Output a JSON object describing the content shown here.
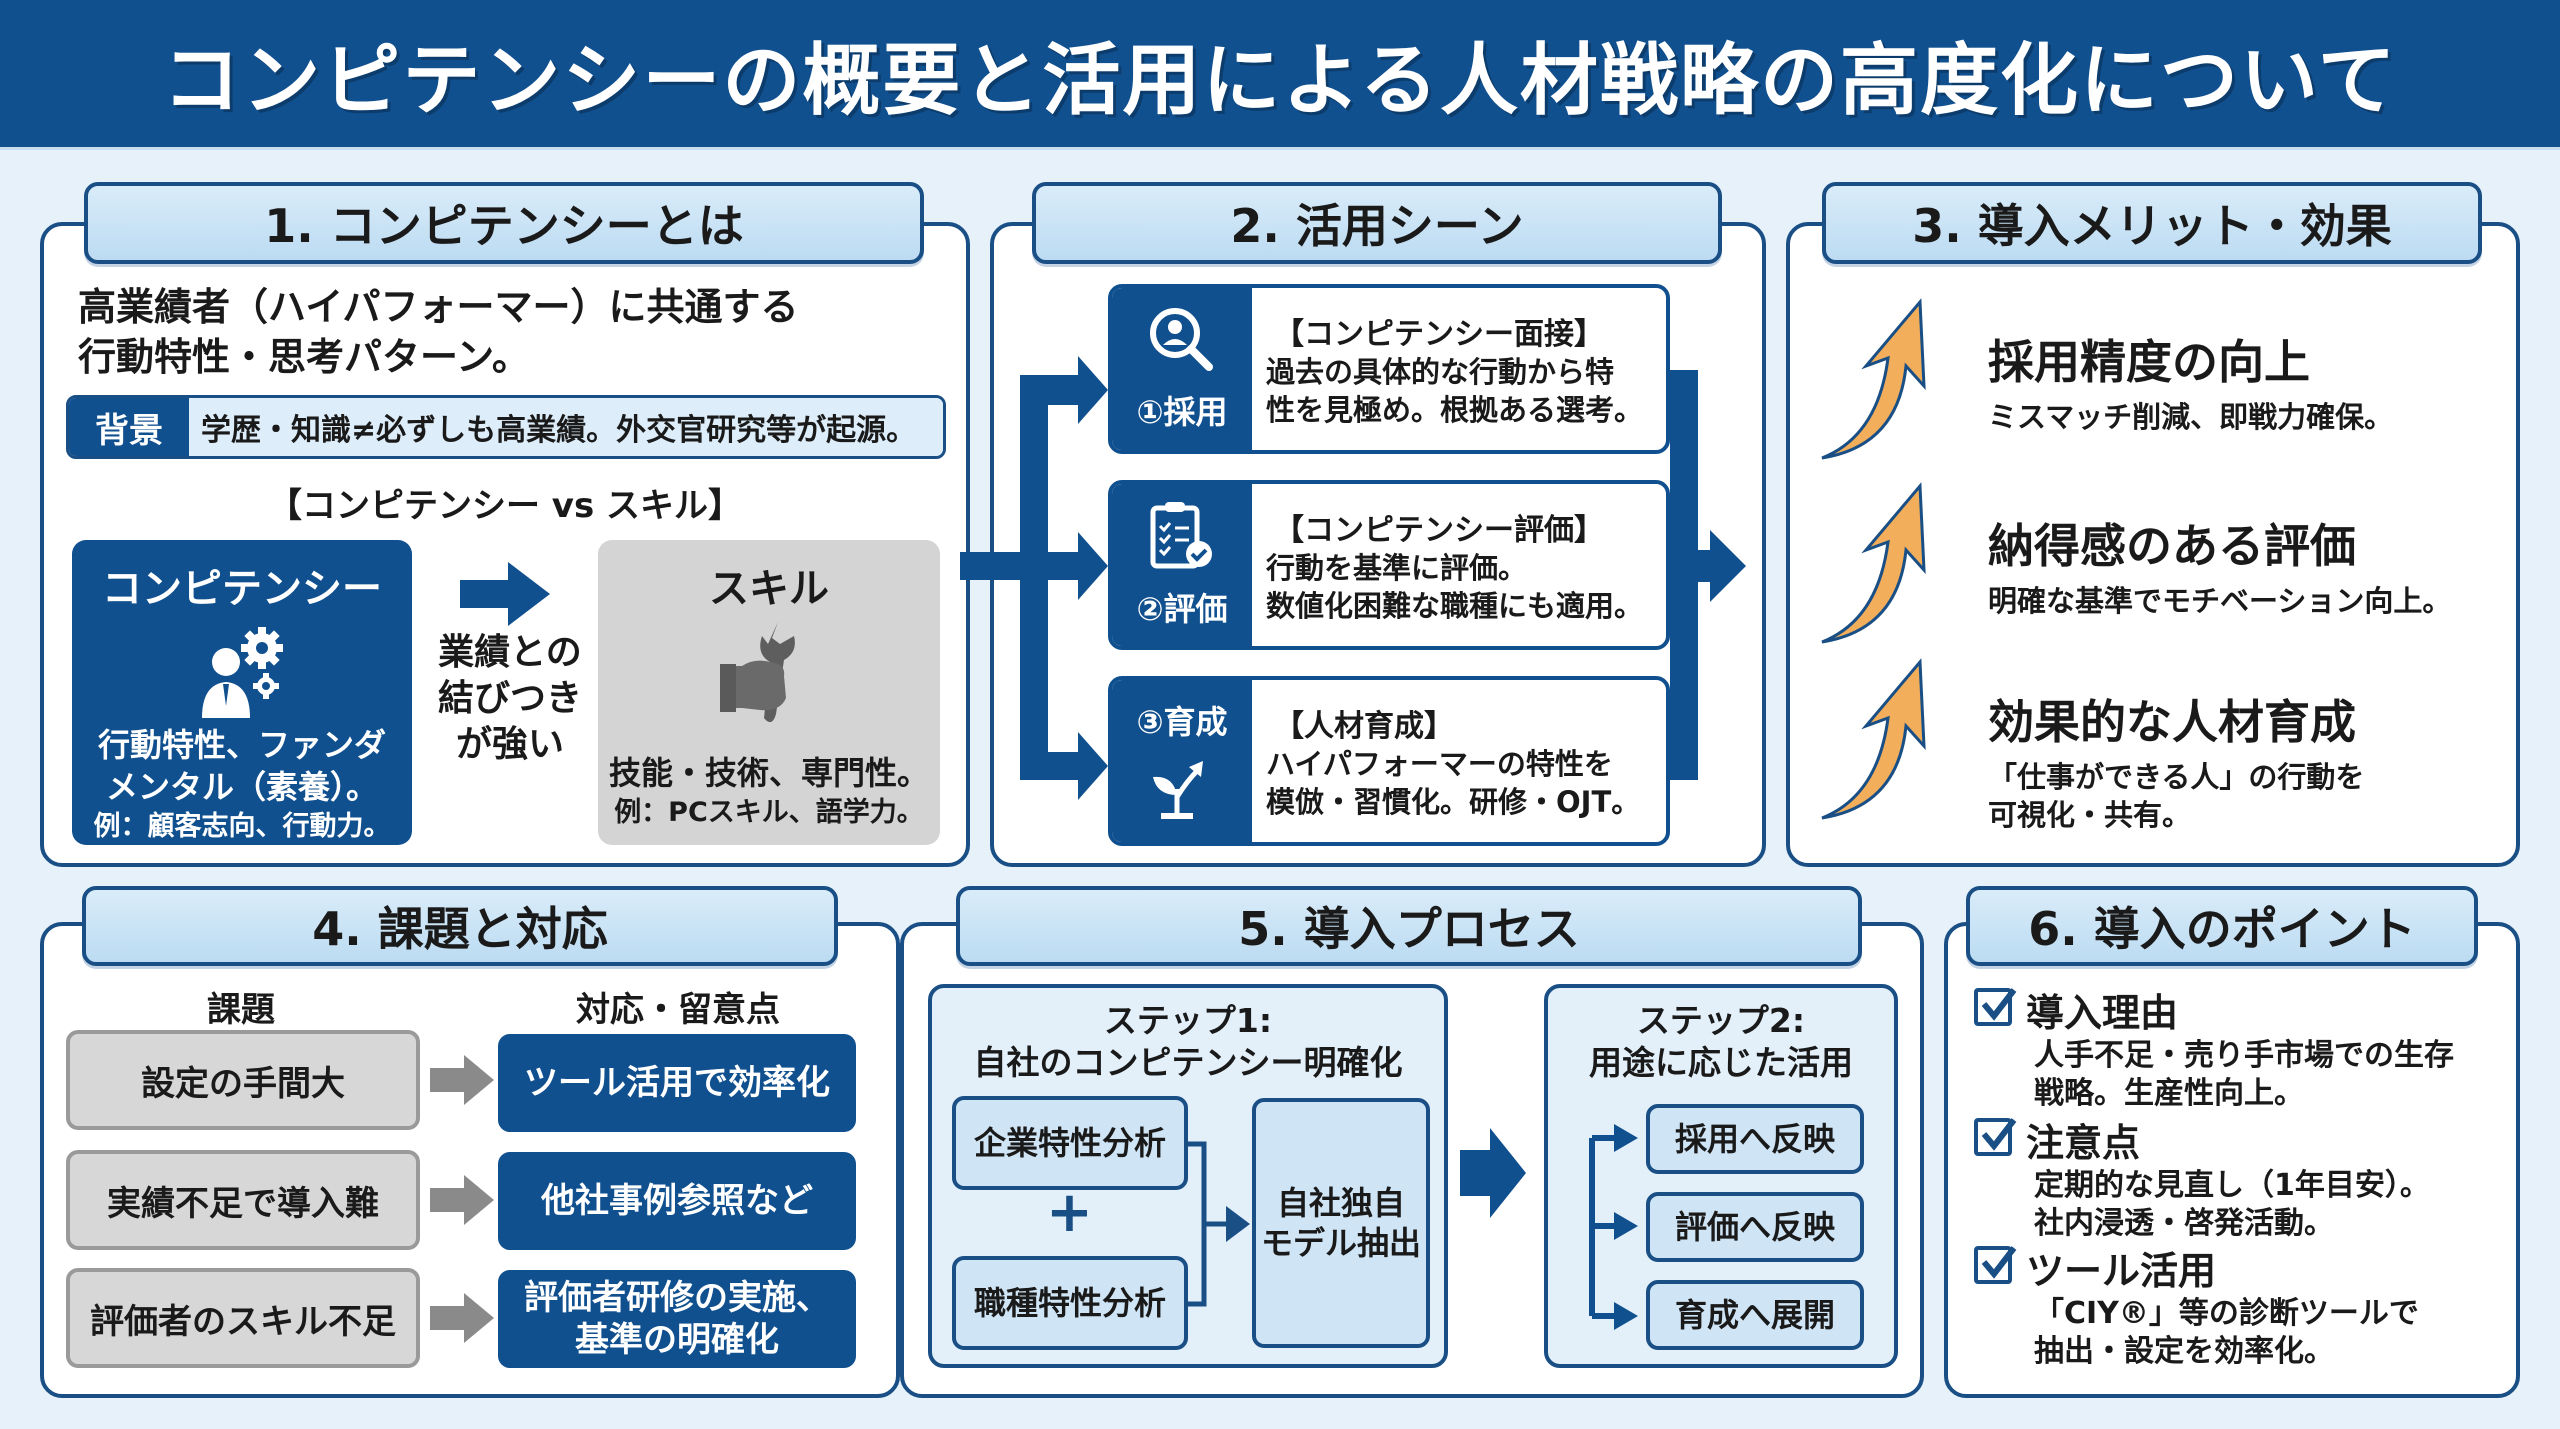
{
  "header": {
    "title": "コンピテンシーの概要と活用による人材戦略の高度化について"
  },
  "colors": {
    "primary": "#11508f",
    "panel_border": "#1a4f86",
    "title_bg": "#bcdbf2",
    "page_bg": "#e6f1fa",
    "gray_box": "#d4d4d4",
    "arrow_orange": "#f2ae5b"
  },
  "s1": {
    "title": "1. コンピテンシーとは",
    "lead_1": "高業績者（ハイパフォーマー）に共通する",
    "lead_2": "行動特性・思考パターン。",
    "background_label": "背景",
    "background_text": "学歴・知識≠必ずしも高業績。外交官研究等が起源。",
    "vs_title": "【コンピテンシー vs スキル】",
    "competency": {
      "heading": "コンピテンシー",
      "icon": "person-gears-icon",
      "line_1": "行動特性、ファンダ",
      "line_2": "メンタル（素養）。",
      "example": "例：顧客志向、行動力。"
    },
    "link": {
      "line_1": "業績との",
      "line_2": "結びつき",
      "line_3": "が強い"
    },
    "skill": {
      "heading": "スキル",
      "icon": "hand-wrench-icon",
      "line_1": "技能・技術、専門性。",
      "example": "例：PCスキル、語学力。"
    }
  },
  "s2": {
    "title": "2. 活用シーン",
    "scenes": [
      {
        "label": "①採用",
        "icon": "search-person-icon",
        "heading": "【コンピテンシー面接】",
        "line_1": "過去の具体的な行動から特",
        "line_2": "性を見極め。根拠ある選考。"
      },
      {
        "label": "②評価",
        "icon": "clipboard-check-icon",
        "heading": "【コンピテンシー評価】",
        "line_1": "行動を基準に評価。",
        "line_2": "数値化困難な職種にも適用。"
      },
      {
        "label": "③育成",
        "icon": "sprout-growth-icon",
        "heading": "【人材育成】",
        "line_1": "ハイパフォーマーの特性を",
        "line_2": "模倣・習慣化。研修・OJT。"
      }
    ]
  },
  "s3": {
    "title": "3. 導入メリット・効果",
    "merits": [
      {
        "heading": "採用精度の向上",
        "line_1": "ミスマッチ削減、即戦力確保。",
        "line_2": ""
      },
      {
        "heading": "納得感のある評価",
        "line_1": "明確な基準でモチベーション向上。",
        "line_2": ""
      },
      {
        "heading": "効果的な人材育成",
        "line_1": "「仕事ができる人」の行動を",
        "line_2": "可視化・共有。"
      }
    ]
  },
  "s4": {
    "title": "4. 課題と対応",
    "col_issue": "課題",
    "col_response": "対応・留意点",
    "rows": [
      {
        "issue": "設定の手間大",
        "response_1": "ツール活用で効率化",
        "response_2": ""
      },
      {
        "issue": "実績不足で導入難",
        "response_1": "他社事例参照など",
        "response_2": ""
      },
      {
        "issue": "評価者のスキル不足",
        "response_1": "評価者研修の実施、",
        "response_2": "基準の明確化"
      }
    ]
  },
  "s5": {
    "title": "5. 導入プロセス",
    "step1": {
      "title_1": "ステップ1:",
      "title_2": "自社のコンピテンシー明確化",
      "analysis_a": "企業特性分析",
      "plus": "+",
      "analysis_b": "職種特性分析",
      "result_1": "自社独自",
      "result_2": "モデル抽出"
    },
    "step2": {
      "title_1": "ステップ2:",
      "title_2": "用途に応じた活用",
      "uses": [
        "採用へ反映",
        "評価へ反映",
        "育成へ展開"
      ]
    }
  },
  "s6": {
    "title": "6. 導入のポイント",
    "points": [
      {
        "heading": "導入理由",
        "line_1": "人手不足・売り手市場での生存",
        "line_2": "戦略。生産性向上。"
      },
      {
        "heading": "注意点",
        "line_1": "定期的な見直し（1年目安）。",
        "line_2": "社内浸透・啓発活動。"
      },
      {
        "heading": "ツール活用",
        "line_1": "「CIY®」等の診断ツールで",
        "line_2": "抽出・設定を効率化。"
      }
    ]
  }
}
